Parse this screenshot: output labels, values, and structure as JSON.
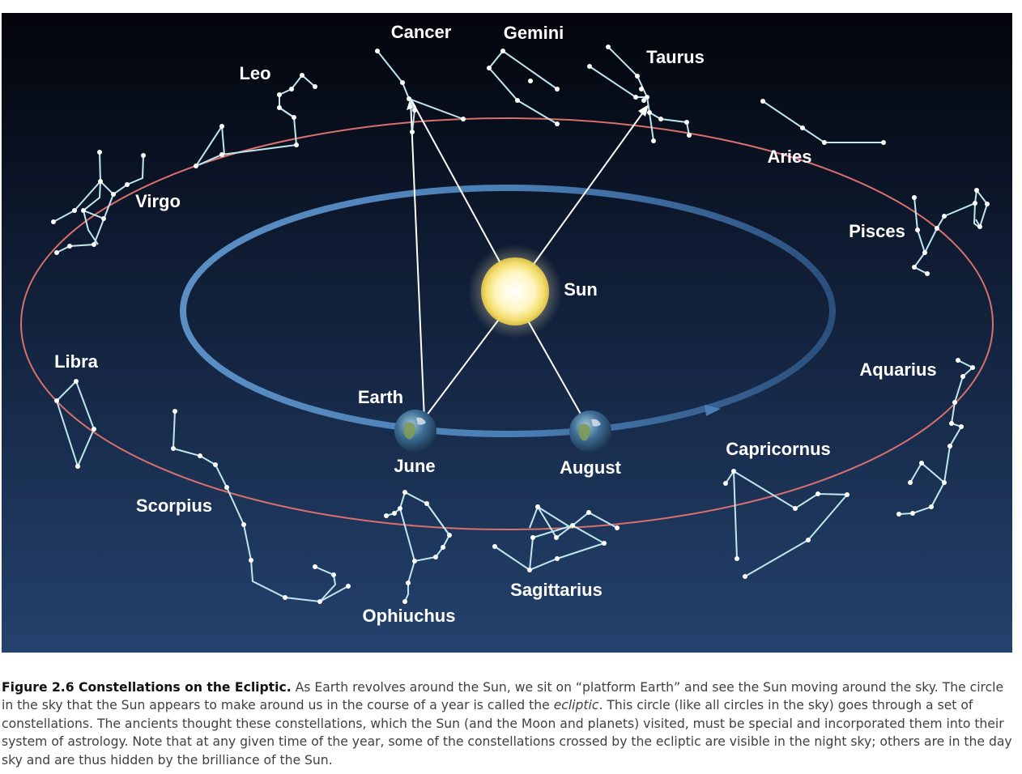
{
  "labels": {
    "cancer": "Cancer",
    "gemini": "Gemini",
    "taurus": "Taurus",
    "leo": "Leo",
    "aries": "Aries",
    "virgo": "Virgo",
    "pisces": "Pisces",
    "sun": "Sun",
    "libra": "Libra",
    "aquarius": "Aquarius",
    "earth": "Earth",
    "june": "June",
    "august": "August",
    "capricornus": "Capricornus",
    "scorpius": "Scorpius",
    "sagittarius": "Sagittarius",
    "ophiuchus": "Ophiuchus"
  },
  "colors": {
    "sky_top": "#02040a",
    "sky_bottom": "#24426e",
    "ecliptic": "#d9706e",
    "orbit": "#4a7fb6",
    "constellation": "#bfe8ee",
    "sun": "#fff6c4"
  },
  "caption": {
    "title": "Figure 2.6 Constellations on the Ecliptic.",
    "text_1": " As Earth revolves around the Sun, we sit on “platform Earth” and see the Sun moving around the sky. The circle in the sky that the Sun appears to make around us in the course of a year is called the ",
    "term": "ecliptic",
    "text_2": ". This circle (like all circles in the sky) goes through a set of constellations. The ancients thought these constellations, which the Sun (and the Moon and planets) visited, must be special and incorporated them into their system of astrology. Note that at any given time of the year, some of the constellations crossed by the ecliptic are visible in the night sky; others are in the day sky and are thus hidden by the brilliance of the Sun."
  }
}
